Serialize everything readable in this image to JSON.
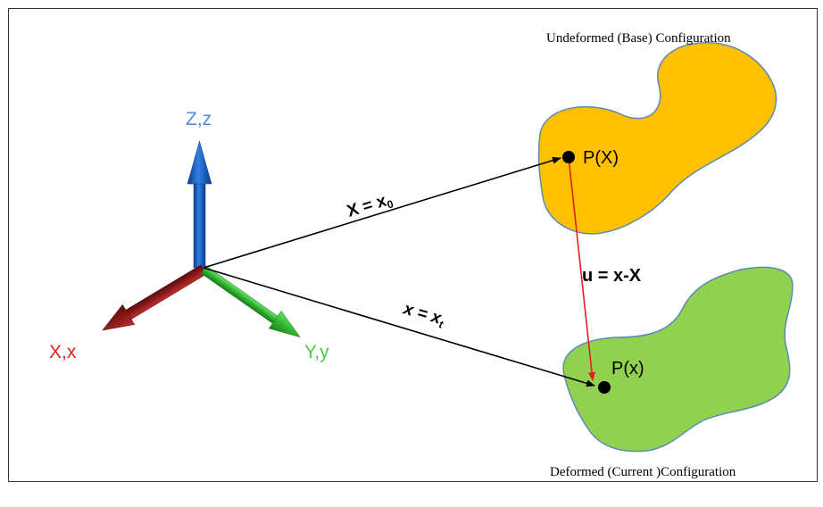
{
  "axes": {
    "z_label": "Z,z",
    "x_label": "X,x",
    "y_label": "Y,y"
  },
  "configurations": {
    "undeformed_caption": "Undeformed (Base) Configuration",
    "deformed_caption": "Deformed (Current )Configuration"
  },
  "points": {
    "base_point_label": "P(X)",
    "current_point_label": "P(x)"
  },
  "vectors": {
    "base_position": {
      "lhs": "X = x",
      "subscript": "0"
    },
    "current_position": {
      "lhs": "x = x",
      "subscript": "t"
    },
    "displacement": "u = x-X"
  },
  "colors": {
    "z_axis": "#1f5fc8",
    "x_axis": "#8b1a1a",
    "y_axis": "#2fb52f",
    "undeformed_fill": "#ffc000",
    "deformed_fill": "#92d050",
    "blob_outline": "#5b8bb5",
    "displacement_arrow": "#e02020",
    "x_label_color": "#e02020",
    "y_label_color": "#4cc94c",
    "z_label_color": "#4a8fd6"
  }
}
